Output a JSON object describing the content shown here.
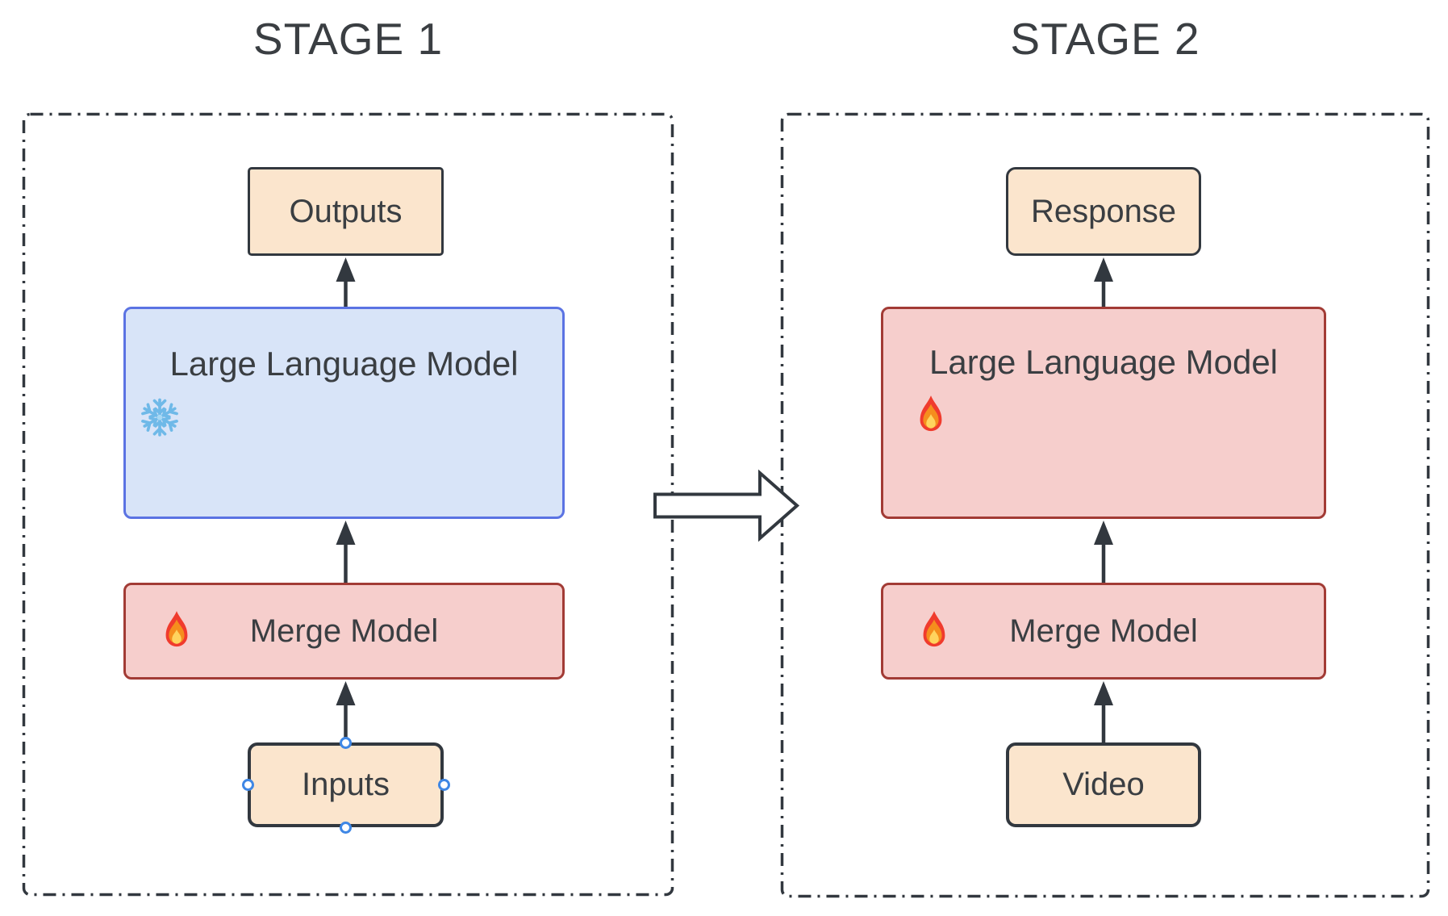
{
  "colors": {
    "canvas-bg": "#ffffff",
    "line": "#32383f",
    "text": "#3a3e42",
    "peach-fill": "#fbe5cd",
    "blue-fill": "#d8e4f8",
    "blue-border": "#5b73e3",
    "pink-fill": "#f6cecc",
    "red-border": "#a23b35",
    "handle-ring": "#3f87e5"
  },
  "stage1": {
    "title": "STAGE 1",
    "nodes": {
      "outputs": {
        "label": "Outputs"
      },
      "llm": {
        "label": "Large Language Model",
        "icon": "snowflake-frozen"
      },
      "merge": {
        "label": "Merge Model",
        "icon": "fire-trainable"
      },
      "inputs": {
        "label": "Inputs"
      }
    }
  },
  "stage2": {
    "title": "STAGE 2",
    "nodes": {
      "response": {
        "label": "Response"
      },
      "llm": {
        "label": "Large Language Model",
        "icon": "fire-trainable"
      },
      "merge": {
        "label": "Merge Model",
        "icon": "fire-trainable"
      },
      "video": {
        "label": "Video"
      }
    }
  }
}
